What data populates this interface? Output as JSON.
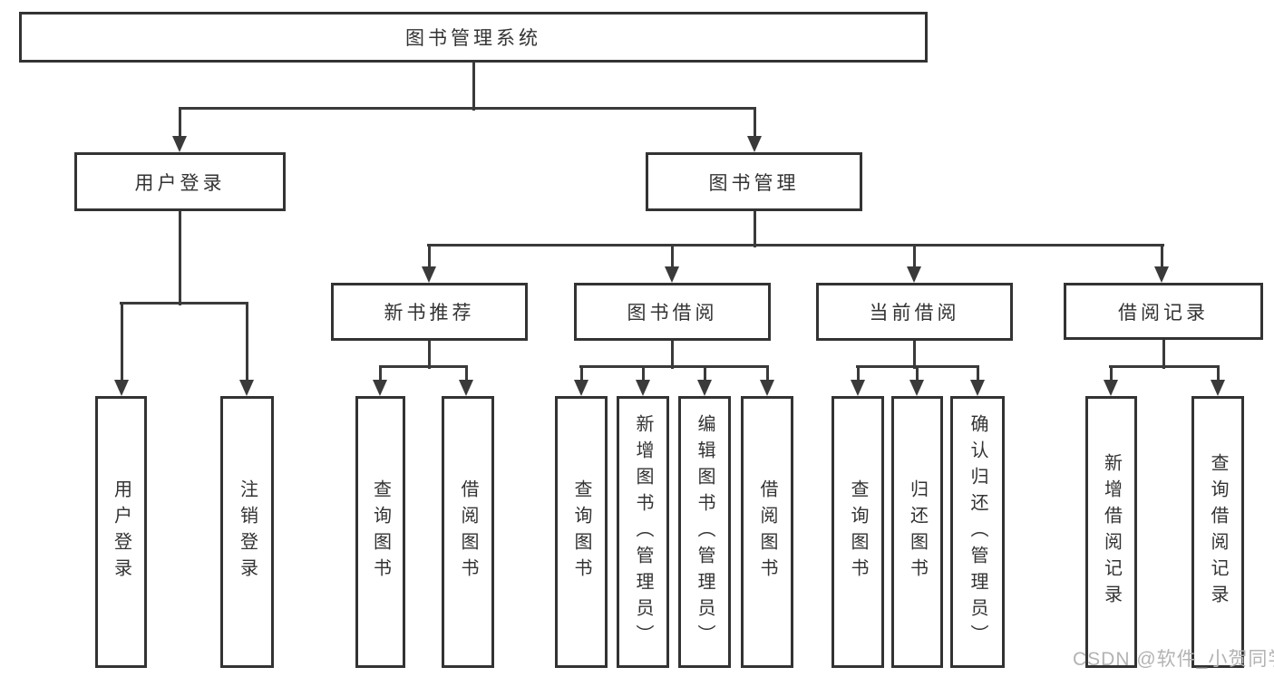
{
  "tree": {
    "root": {
      "label": "图书管理系统"
    },
    "branches": [
      {
        "label": "用户登录",
        "children": [
          {
            "label": "用户登录"
          },
          {
            "label": "注销登录"
          }
        ]
      },
      {
        "label": "图书管理",
        "children": [
          {
            "label": "新书推荐",
            "children": [
              {
                "label": "查询图书"
              },
              {
                "label": "借阅图书"
              }
            ]
          },
          {
            "label": "图书借阅",
            "children": [
              {
                "label": "查询图书"
              },
              {
                "label": "新增图书（管理员）"
              },
              {
                "label": "编辑图书（管理员）"
              },
              {
                "label": "借阅图书"
              }
            ]
          },
          {
            "label": "当前借阅",
            "children": [
              {
                "label": "查询图书"
              },
              {
                "label": "归还图书"
              },
              {
                "label": "确认归还（管理员）"
              }
            ]
          },
          {
            "label": "借阅记录",
            "children": [
              {
                "label": "新增借阅记录"
              },
              {
                "label": "查询借阅记录"
              }
            ]
          }
        ]
      }
    ]
  },
  "watermark": {
    "text": "CSDN @软件_小贺同学"
  },
  "colors": {
    "line": "#3a3a3a",
    "border": "#333333",
    "text": "#333333",
    "watermark": "#b3b3b3",
    "background": "#ffffff"
  }
}
